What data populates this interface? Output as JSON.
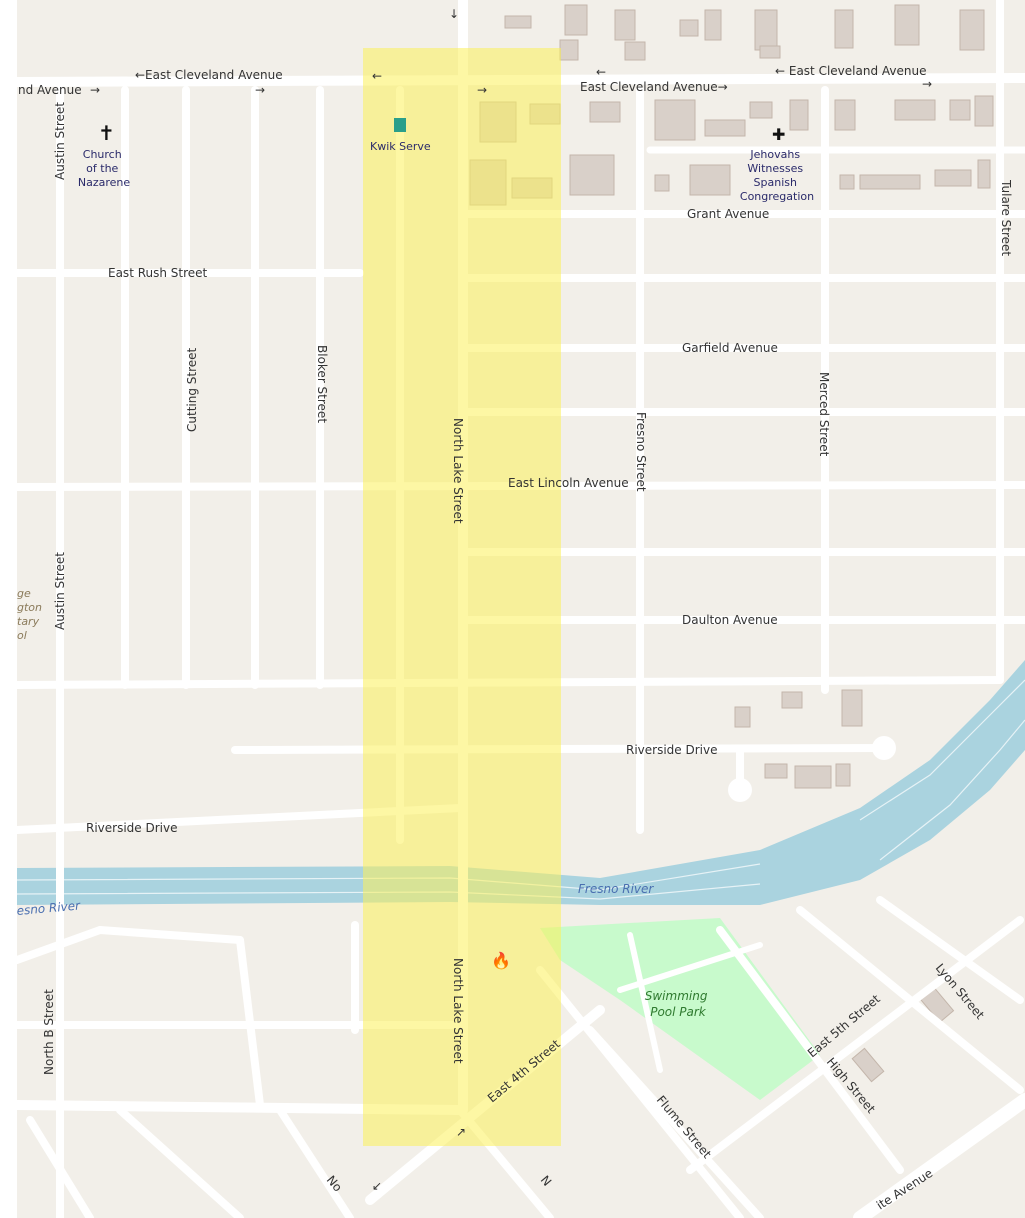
{
  "colors": {
    "land": "#f2efe9",
    "road": "#ffffff",
    "water": "#aad3df",
    "park": "#c8facc",
    "building": "#d9d0c9",
    "highlight": "#fbf05a",
    "primary_road": "#f7c890"
  },
  "streets": {
    "cleveland_w": "←East Cleveland Avenue",
    "cleveland_mid": "East Cleveland Avenue→",
    "cleveland_e": "← East Cleveland Avenue",
    "cleveland_fragment": "nd Avenue",
    "austin_n": "Austin Street",
    "austin_s": "Austin Street",
    "rush": "East Rush Street",
    "cutting": "Cutting Street",
    "bloker": "Bloker Street",
    "north_lake_n": "North Lake Street",
    "north_lake_s": "North Lake Street",
    "fresno": "Fresno Street",
    "lincoln": "East Lincoln Avenue",
    "grant": "Grant Avenue",
    "garfield": "Garfield Avenue",
    "merced": "Merced Street",
    "tulare": "Tulare Street",
    "daulton": "Daulton Avenue",
    "riverside_e": "Riverside Drive",
    "riverside_w": "Riverside Drive",
    "north_b": "North B Street",
    "fourth": "East 4th Street",
    "fifth": "East 5th Street",
    "lyon": "Lyon Street",
    "high": "High Street",
    "flume": "Flume Street",
    "granite": "ite Avenue",
    "bottom_n1": "No",
    "bottom_n2": "N"
  },
  "water": {
    "river": "Fresno River",
    "river_w": "esno River"
  },
  "parks": {
    "pool_1": "Swimming",
    "pool_2": "Pool Park"
  },
  "pois": {
    "church": [
      "Church",
      "of the",
      "Nazarene"
    ],
    "church_icon": "latin-cross-icon",
    "jw": [
      "Jehovahs",
      "Witnesses",
      "Spanish",
      "Congregation"
    ],
    "jw_icon": "place-of-worship-icon",
    "kwik": "Kwik Serve",
    "kwik_icon": "fuel-icon",
    "fire_icon": "fire-station-icon",
    "school": [
      "ge",
      "gton",
      "tary",
      "ol"
    ]
  }
}
